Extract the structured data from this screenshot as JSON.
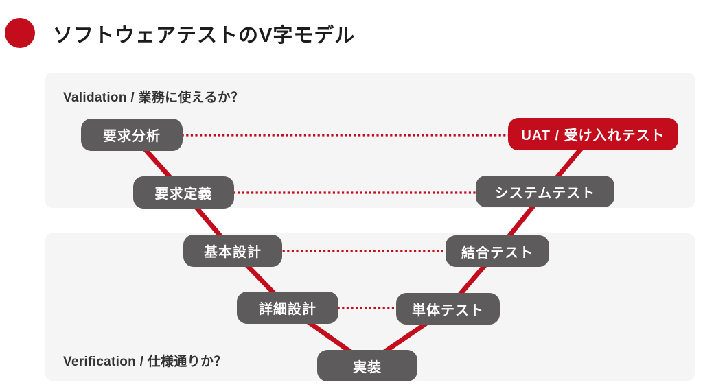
{
  "page": {
    "title": "ソフトウェアテストのV字モデル"
  },
  "colors": {
    "accent_red": "#c30d1d",
    "node_gray": "#5d5b5b",
    "panel_bg": "#f5f5f5",
    "title_text": "#1c1c1c",
    "label_text": "#333333"
  },
  "panels": {
    "validation": {
      "label": "Validation / 業務に使えるか？"
    },
    "verification": {
      "label": "Verification / 仕様通りか？"
    }
  },
  "nodes": {
    "req_analysis": {
      "label": "要求分析"
    },
    "uat": {
      "label": "UAT / 受け入れテスト"
    },
    "req_definition": {
      "label": "要求定義"
    },
    "system_test": {
      "label": "システムテスト"
    },
    "basic_design": {
      "label": "基本設計"
    },
    "integration_test": {
      "label": "結合テスト"
    },
    "detail_design": {
      "label": "詳細設計"
    },
    "unit_test": {
      "label": "単体テスト"
    },
    "implementation": {
      "label": "実装"
    }
  }
}
